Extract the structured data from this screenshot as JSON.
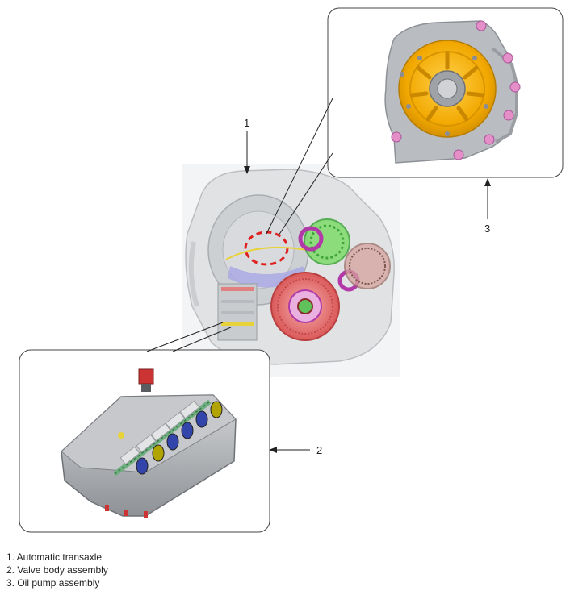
{
  "callouts": [
    {
      "number": "1"
    },
    {
      "number": "2"
    },
    {
      "number": "3"
    }
  ],
  "legend": [
    "1. Automatic transaxle",
    "2. Valve body assembly",
    "3. Oil pump assembly"
  ],
  "colors": {
    "pump_body": "#f2a800",
    "housing_grey": "#b9bcc0",
    "bolt_pink": "#e58fc8",
    "gear_green": "#66cc55",
    "gear_magenta": "#b23aa8",
    "ring_red": "#e05a5a",
    "dashed_red": "#e02020",
    "solenoid_blue": "#3344aa",
    "solenoid_olive": "#b2a400"
  }
}
